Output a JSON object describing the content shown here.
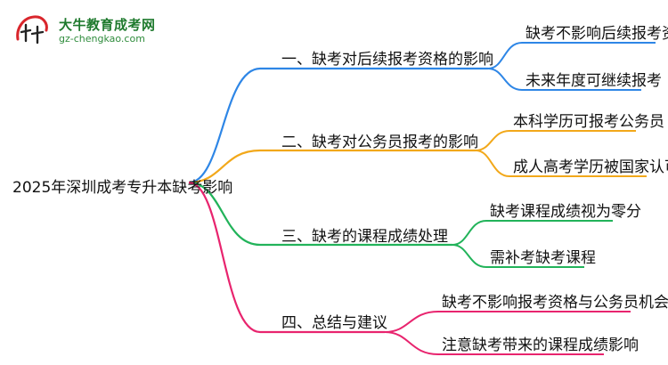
{
  "logo": {
    "name": "大牛教育成考网",
    "url": "gz-chengkao.com",
    "mark_text": "大牛"
  },
  "root": "2025年深圳成考专升本缺考影响",
  "branches": [
    {
      "label": "一、缺考对后续报考资格的影响",
      "color": "#2e86e6",
      "leaves": [
        "缺考不影响后续报考资格",
        "未来年度可继续报考"
      ]
    },
    {
      "label": "二、缺考对公务员报考的影响",
      "color": "#f2a81a",
      "leaves": [
        "本科学历可报考公务员",
        "成人高考学历被国家认可"
      ]
    },
    {
      "label": "三、缺考的课程成绩处理",
      "color": "#22b35a",
      "leaves": [
        "缺考课程成绩视为零分",
        "需补考缺考课程"
      ]
    },
    {
      "label": "四、总结与建议",
      "color": "#e8246e",
      "leaves": [
        "缺考不影响报考资格与公务员机会",
        "注意缺考带来的课程成绩影响"
      ]
    }
  ]
}
